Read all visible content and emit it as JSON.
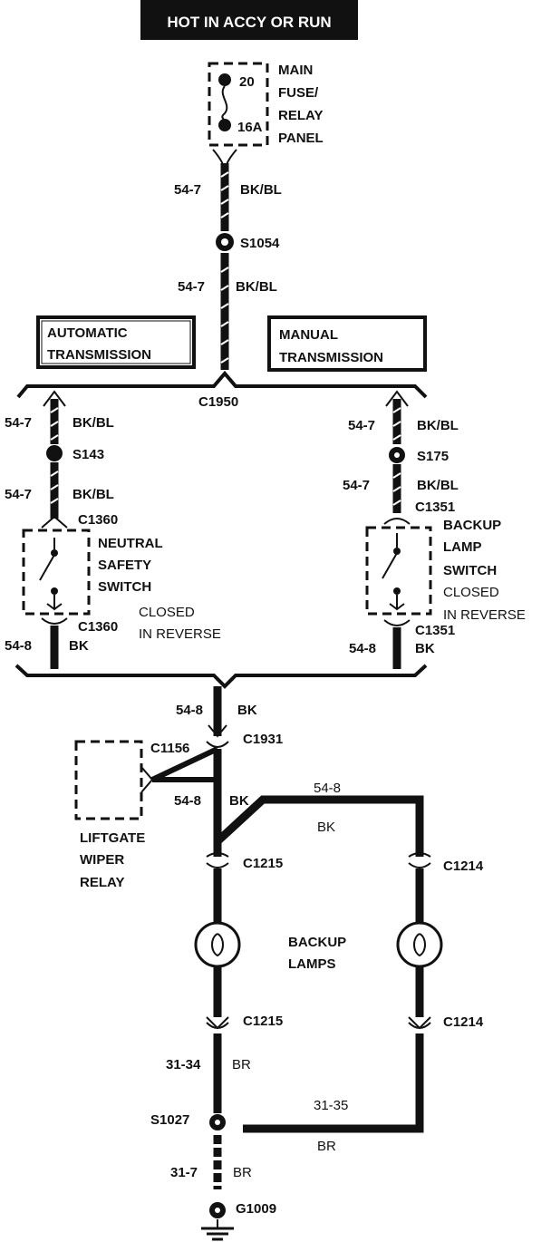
{
  "header": {
    "title": "HOT IN ACCY OR RUN"
  },
  "fuse": {
    "rating_top": "20",
    "rating_bottom": "16A",
    "panel_label": [
      "MAIN",
      "FUSE/",
      "RELAY",
      "PANEL"
    ]
  },
  "splices": {
    "s1054": "S1054",
    "s143": "S143",
    "s175": "S175",
    "s1027": "S1027"
  },
  "ground": {
    "label": "G1009"
  },
  "boxes": {
    "automatic": [
      "AUTOMATIC",
      "TRANSMISSION"
    ],
    "manual": [
      "MANUAL",
      "TRANSMISSION"
    ]
  },
  "connectors": {
    "c1950": "C1950",
    "c1360_top": "C1360",
    "c1360_bottom": "C1360",
    "c1351_top": "C1351",
    "c1351_bottom": "C1351",
    "c1156": "C1156",
    "c1931": "C1931",
    "c1215_top": "C1215",
    "c1215_bottom": "C1215",
    "c1214_top": "C1214",
    "c1214_bottom": "C1214"
  },
  "switches": {
    "neutral_safety": [
      "NEUTRAL",
      "SAFETY",
      "SWITCH"
    ],
    "neutral_safety_note": [
      "CLOSED",
      "IN REVERSE"
    ],
    "backup_lamp": [
      "BACKUP",
      "LAMP",
      "SWITCH"
    ],
    "backup_lamp_note": [
      "CLOSED",
      "IN REVERSE"
    ]
  },
  "relay": {
    "label": [
      "LIFTGATE",
      "WIPER",
      "RELAY"
    ]
  },
  "lamps": {
    "label": [
      "BACKUP",
      "LAMPS"
    ]
  },
  "wires": {
    "w_fuse_circuit": "54-7",
    "w_fuse_color": "BK/BL",
    "w_s1054_circuit": "54-7",
    "w_s1054_color": "BK/BL",
    "w_at1_circuit": "54-7",
    "w_at1_color": "BK/BL",
    "w_at2_circuit": "54-7",
    "w_at2_color": "BK/BL",
    "w_mt1_circuit": "54-7",
    "w_mt1_color": "BK/BL",
    "w_mt2_circuit": "54-7",
    "w_mt2_color": "BK/BL",
    "w_at3_circuit": "54-8",
    "w_at3_color": "BK",
    "w_mt3_circuit": "54-8",
    "w_mt3_color": "BK",
    "w_main_circuit": "54-8",
    "w_main_color": "BK",
    "w_relay_circuit": "54-8",
    "w_relay_color": "BK",
    "w_right_circuit": "54-8",
    "w_right_color": "BK",
    "w_gnd1_circuit": "31-34",
    "w_gnd1_color": "BR",
    "w_gnd2_circuit": "31-35",
    "w_gnd2_color": "BR",
    "w_gnd3_circuit": "31-7",
    "w_gnd3_color": "BR"
  }
}
